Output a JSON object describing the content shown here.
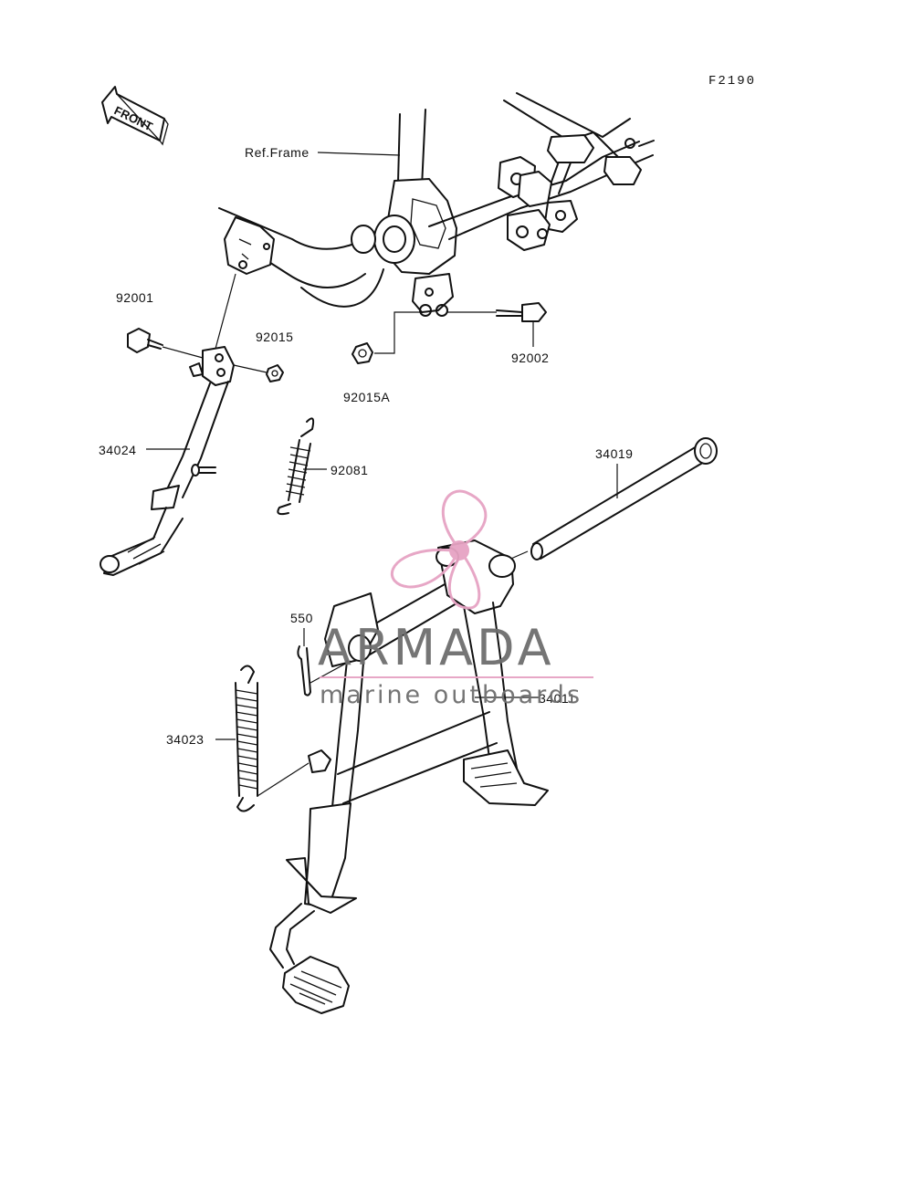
{
  "figure_code": "F2190",
  "front_label": "FRONT",
  "ref_label": "Ref.Frame",
  "parts": [
    {
      "id": "92001"
    },
    {
      "id": "92015"
    },
    {
      "id": "92015A"
    },
    {
      "id": "92002"
    },
    {
      "id": "34024"
    },
    {
      "id": "92081"
    },
    {
      "id": "34019"
    },
    {
      "id": "550"
    },
    {
      "id": "34011"
    },
    {
      "id": "34023"
    }
  ],
  "watermark": {
    "title": "ARMADA",
    "subtitle": "marine outboards",
    "colors": {
      "logo": "#e6a3c3",
      "text": "#6e6e6e"
    }
  }
}
